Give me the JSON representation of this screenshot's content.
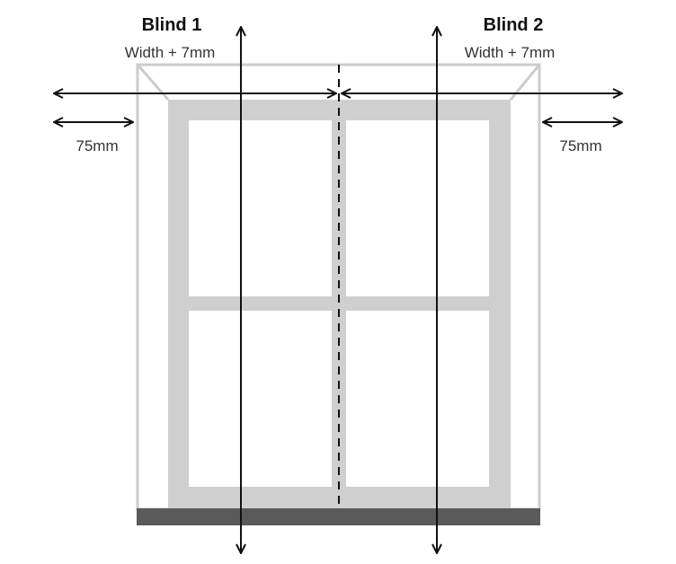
{
  "blind_1": {
    "title": "Blind 1",
    "width_label": "Width + 7mm",
    "overlap_label": "75mm"
  },
  "blind_2": {
    "title": "Blind 2",
    "width_label": "Width + 7mm",
    "overlap_label": "75mm"
  },
  "colors": {
    "frame": "#cfcfcf",
    "recess_outline": "#cccccc",
    "sill": "#5a5a5a",
    "arrow": "#111111",
    "divider": "#111111"
  }
}
